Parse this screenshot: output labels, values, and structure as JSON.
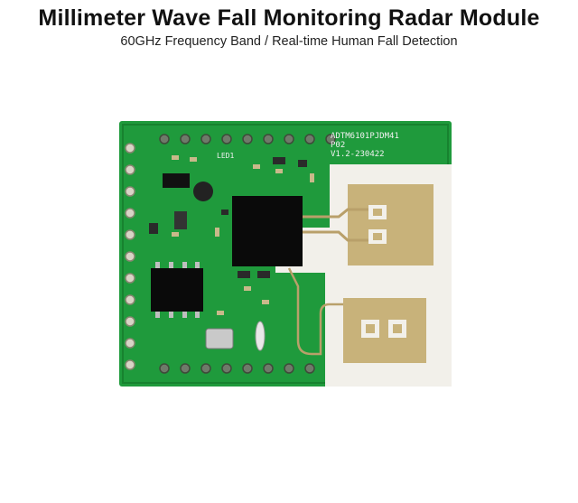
{
  "header": {
    "title": "Millimeter Wave Fall Monitoring Radar Module",
    "subtitle": "60GHz Frequency Band / Real-time Human Fall Detection"
  },
  "board": {
    "silkscreen": {
      "model": "ADTM6101PJDM41",
      "rev": "P02",
      "version": "V1.2-230422",
      "led_label": "LED1"
    },
    "colors": {
      "pcb": "#1f9a3c",
      "pcb_dark": "#17822f",
      "antenna_area": "#f2f0ea",
      "antenna_patch": "#c8b27a",
      "chip": "#0a0a0a"
    }
  }
}
